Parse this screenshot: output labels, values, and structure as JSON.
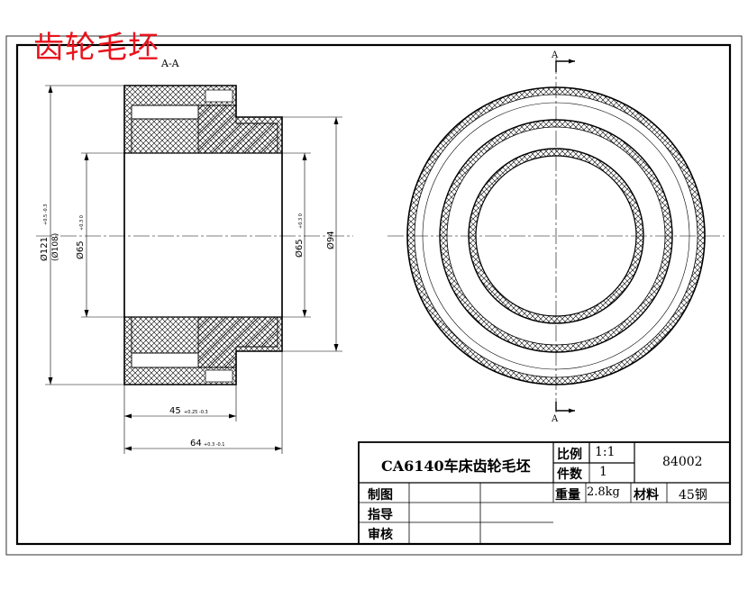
{
  "header": {
    "title": "齿轮毛坯",
    "section_label": "A-A"
  },
  "dimensions": {
    "outer_diameter": "Ø121",
    "outer_diameter_tol": "+0.5 -0.3",
    "ring_note": "(Ø108)",
    "bore_left": "Ø65",
    "bore_left_tol": "+0.3 0",
    "bore_right": "Ø65",
    "bore_right_tol": "+0.3 0",
    "hub_diameter": "Ø94",
    "length_inner": "45",
    "length_inner_tol": "+0.25 -0.3",
    "length_total": "64",
    "length_total_tol": "+0.3 -0.1"
  },
  "section_markers": {
    "top": "A",
    "bottom": "A"
  },
  "title_block": {
    "part_name": "CA6140车床齿轮毛坯",
    "scale_label": "比例",
    "scale_value": "1:1",
    "count_label": "件数",
    "count_value": "1",
    "drawing_number": "84002",
    "weight_label": "重量",
    "weight_value": "2.8kg",
    "material_label": "材料",
    "material_value": "45钢",
    "drawn_label": "制图",
    "guide_label": "指导",
    "review_label": "审核"
  }
}
